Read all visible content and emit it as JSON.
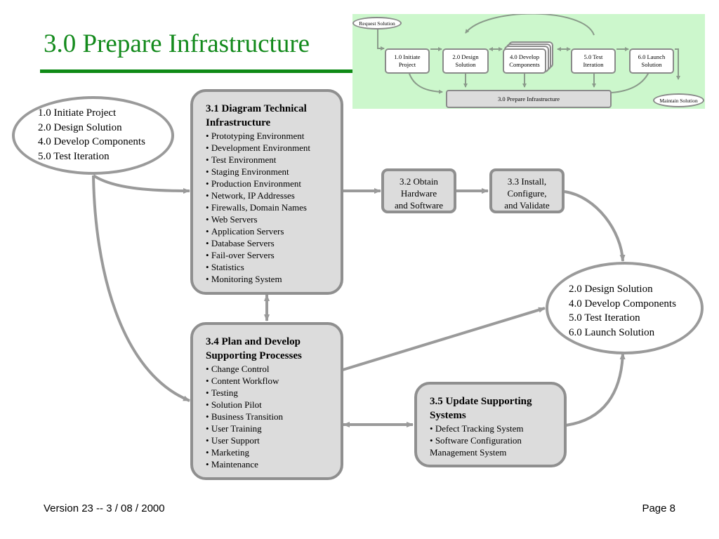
{
  "page": {
    "title": "3.0 Prepare Infrastructure",
    "accent_color": "#138a1c"
  },
  "overview": {
    "background_color": "#ccf7cc",
    "start": "Request Solution",
    "end": "Maintain Solution",
    "steps": [
      {
        "id": "1.0",
        "line1": "1.0  Initiate",
        "line2": "Project"
      },
      {
        "id": "2.0",
        "line1": "2.0  Design",
        "line2": "Solution"
      },
      {
        "id": "4.0",
        "line1": "4.0  Develop",
        "line2": "Components"
      },
      {
        "id": "5.0",
        "line1": "5.0  Test",
        "line2": "Iteration"
      },
      {
        "id": "6.0",
        "line1": "6.0  Launch",
        "line2": "Solution"
      }
    ],
    "infrastructure": "3.0  Prepare Infrastructure"
  },
  "inputs_oval": {
    "items": [
      "1.0  Initiate Project",
      "2.0  Design Solution",
      "4.0  Develop Components",
      "5.0  Test Iteration"
    ]
  },
  "outputs_oval": {
    "items": [
      "2.0  Design Solution",
      "4.0  Develop Components",
      "5.0  Test Iteration",
      "6.0  Launch Solution"
    ]
  },
  "box_3_1": {
    "title_line1": "3.1  Diagram Technical",
    "title_line2": "Infrastructure",
    "items": [
      "Prototyping Environment",
      "Development Environment",
      "Test Environment",
      "Staging Environment",
      "Production Environment",
      "Network, IP Addresses",
      "Firewalls, Domain Names",
      "Web Servers",
      "Application Servers",
      "Database Servers",
      "Fail-over Servers",
      "Statistics",
      "Monitoring System"
    ]
  },
  "box_3_2": {
    "lines": [
      "3.2  Obtain",
      "Hardware",
      "and Software"
    ]
  },
  "box_3_3": {
    "lines": [
      "3.3  Install,",
      "Configure,",
      "and Validate"
    ]
  },
  "box_3_4": {
    "title_line1": "3.4  Plan and Develop",
    "title_line2": "Supporting Processes",
    "items": [
      "Change Control",
      "Content Workflow",
      "Testing",
      "Solution Pilot",
      "Business Transition",
      "User Training",
      "User Support",
      "Marketing",
      "Maintenance"
    ]
  },
  "box_3_5": {
    "title_line1": "3.5  Update Supporting",
    "title_line2": "Systems",
    "items": [
      "Defect Tracking System",
      "Software Configuration"
    ],
    "continuation": "Management System"
  },
  "footer": {
    "version": "Version 23  --  3 / 08 / 2000",
    "page": "Page 8"
  }
}
